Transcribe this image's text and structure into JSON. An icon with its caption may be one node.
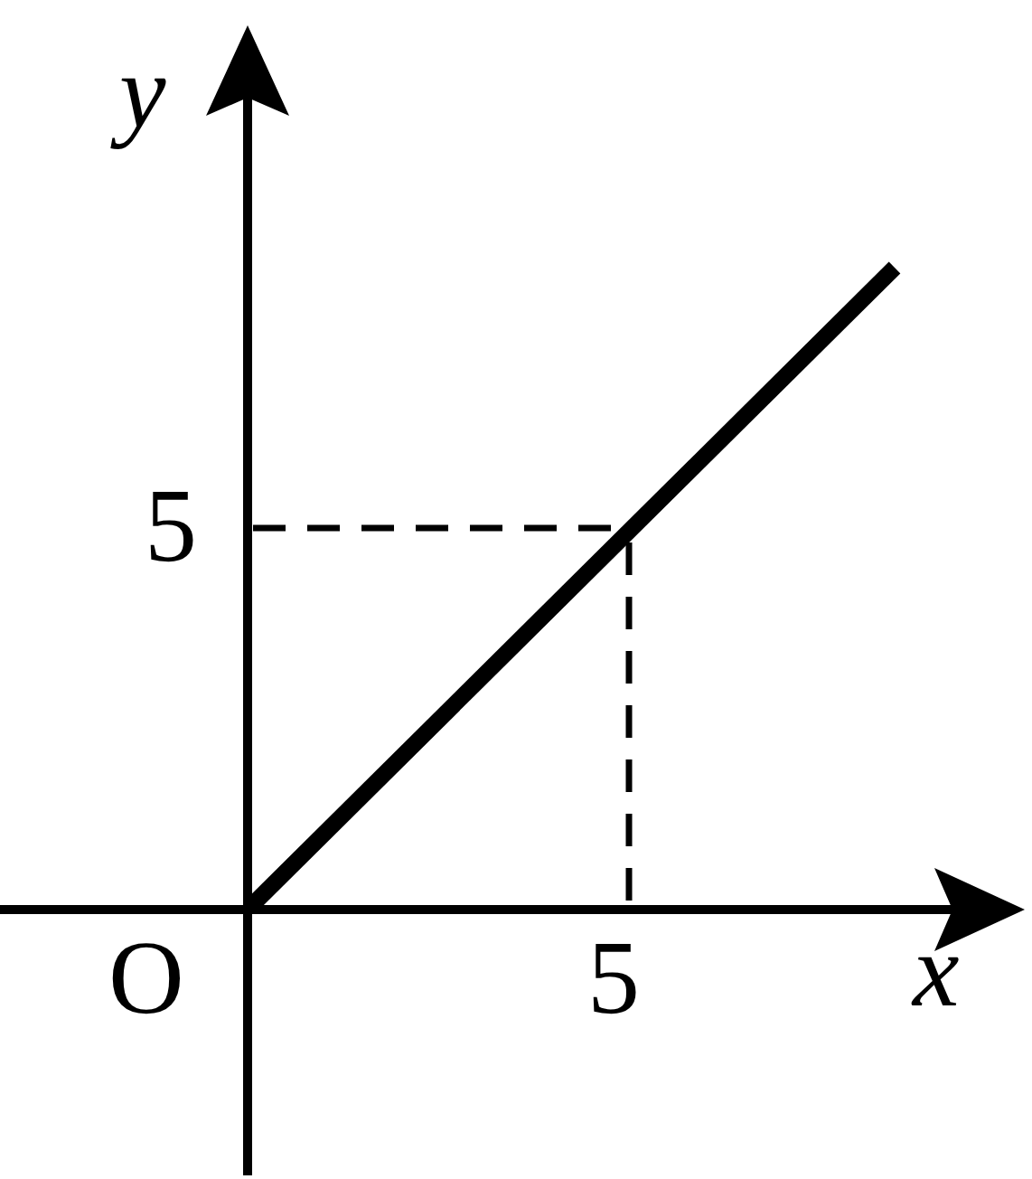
{
  "diagram": {
    "labels": [
      "y",
      "5",
      "O",
      "5",
      "x"
    ]
  }
}
